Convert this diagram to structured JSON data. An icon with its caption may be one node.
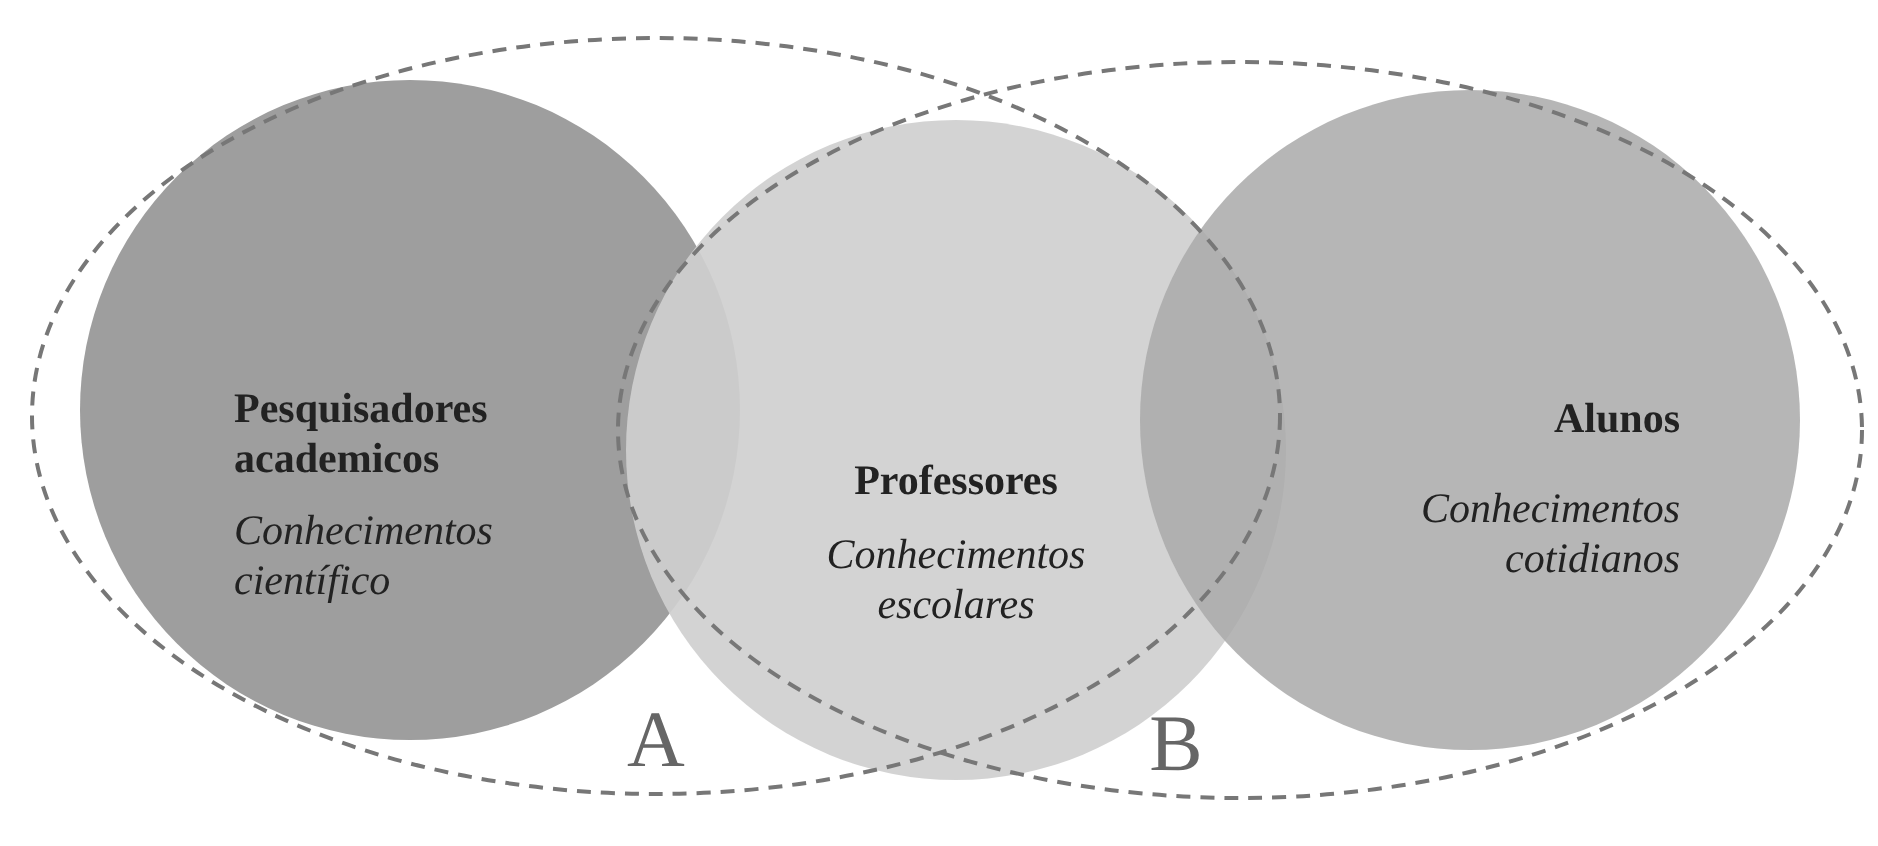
{
  "diagram": {
    "nodes": [
      {
        "text": [
          "A"
        ]
      },
      {
        "text": [
          "Pesquisadores academicos",
          "Conhecimentos científico"
        ],
        "in": 0
      },
      {
        "text": [
          "Professores",
          "Conhecimentos escolares"
        ]
      },
      {
        "text": [
          "B"
        ]
      },
      {
        "text": [
          "Alunos",
          "Conhecimentos cotidianos"
        ],
        "in": 3
      }
    ],
    "edges": []
  }
}
